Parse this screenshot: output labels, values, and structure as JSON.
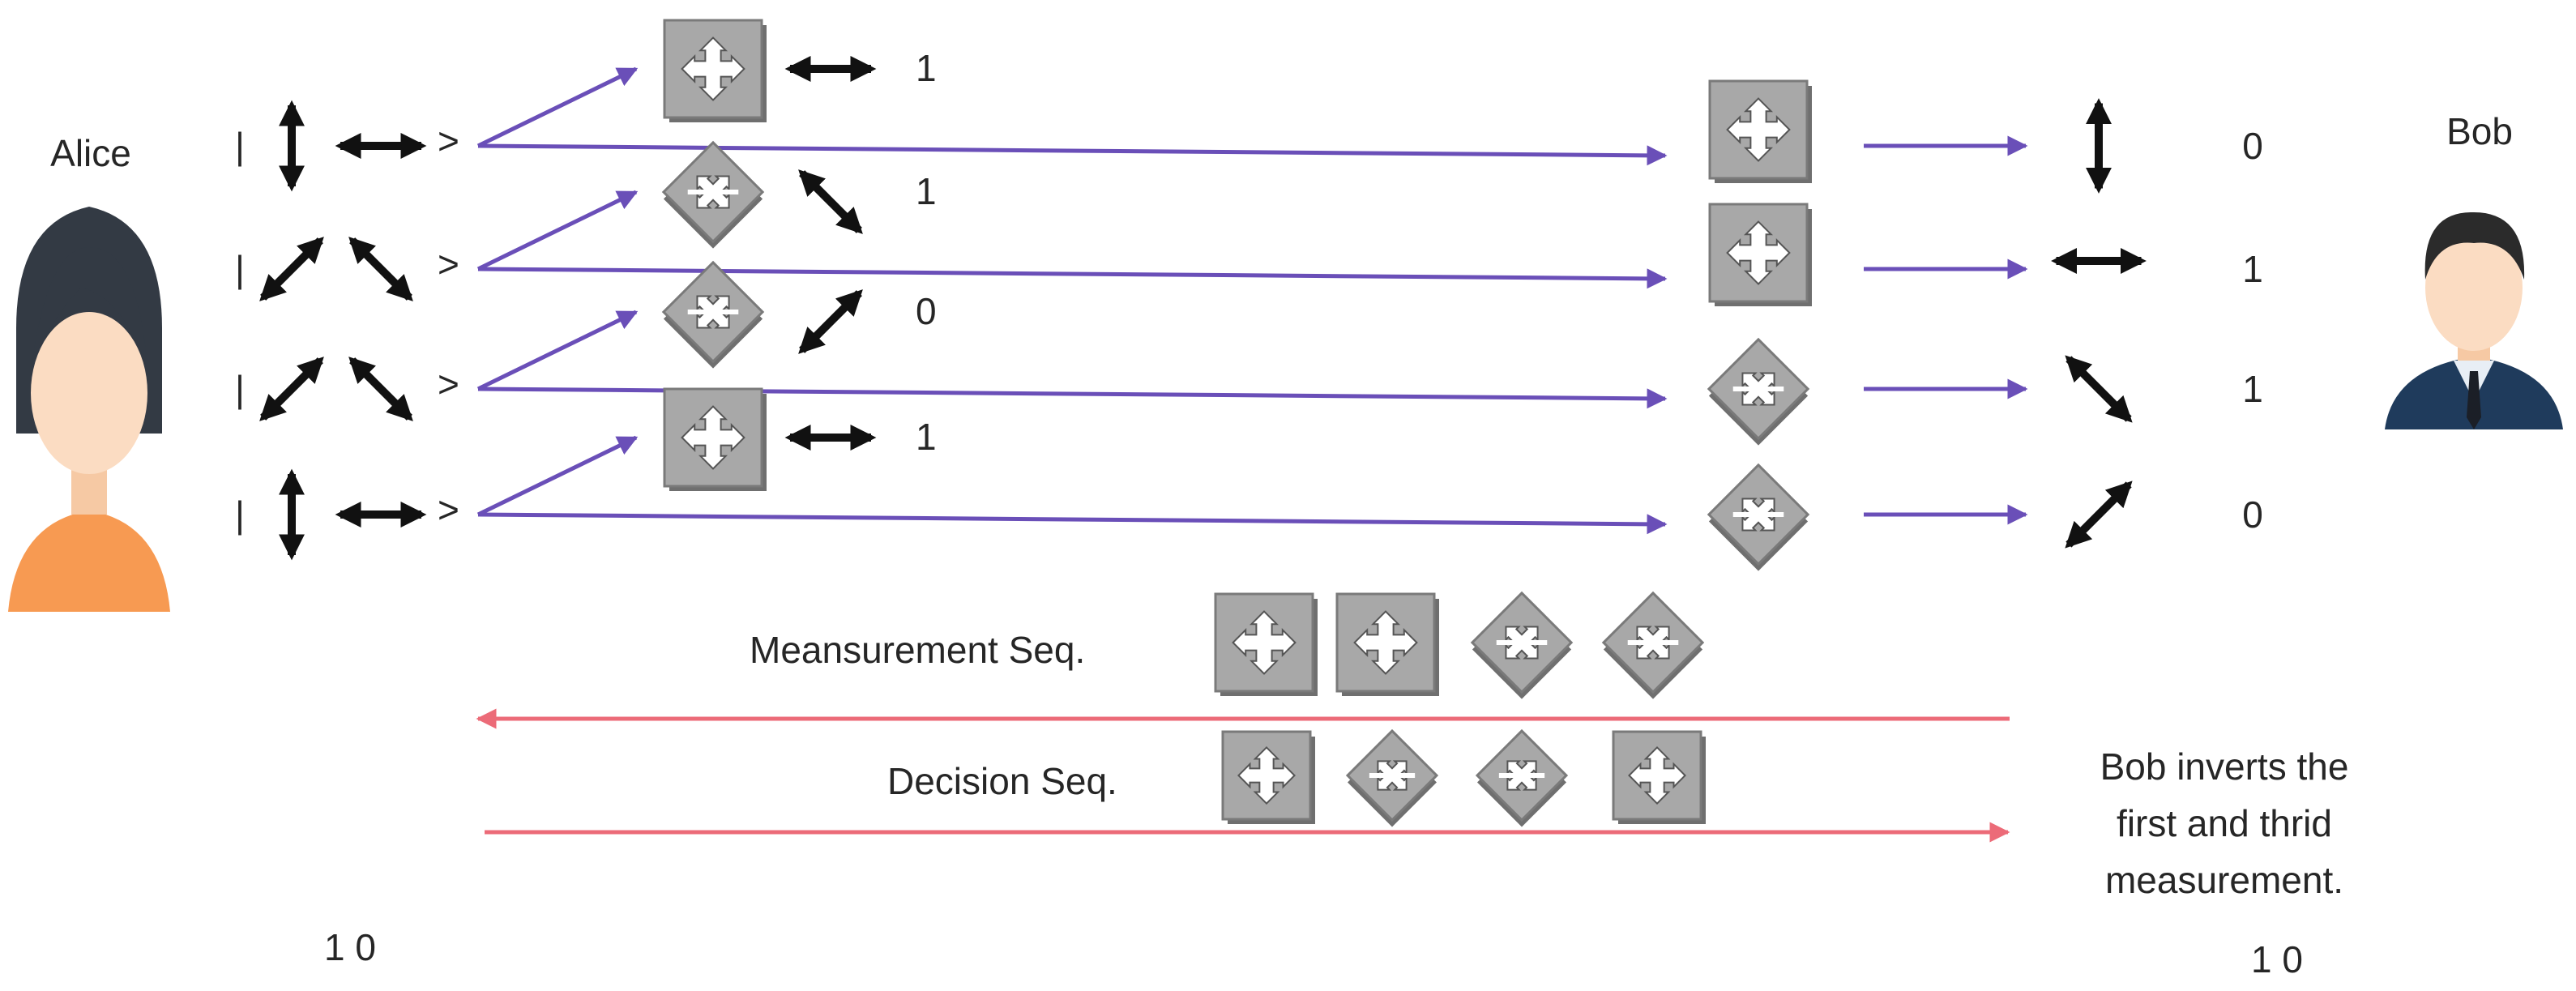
{
  "alice": {
    "name": "Alice"
  },
  "bob": {
    "name": "Bob"
  },
  "rows": [
    {
      "ket_open": "|",
      "ket_close": ">",
      "alice_bases": [
        "vertical",
        "horizontal"
      ],
      "eve_basis": "rectilinear",
      "eve_state": "horizontal",
      "eve_bit": "1",
      "bob_basis": "rectilinear",
      "bob_state": "vertical",
      "bob_bit": "0"
    },
    {
      "ket_open": "|",
      "ket_close": ">",
      "alice_bases": [
        "diag-ne",
        "diag-nw"
      ],
      "eve_basis": "diagonal",
      "eve_state": "diag-nw",
      "eve_bit": "1",
      "bob_basis": "rectilinear",
      "bob_state": "horizontal",
      "bob_bit": "1"
    },
    {
      "ket_open": "|",
      "ket_close": ">",
      "alice_bases": [
        "diag-ne",
        "diag-nw"
      ],
      "eve_basis": "diagonal",
      "eve_state": "diag-ne",
      "eve_bit": "0",
      "bob_basis": "diagonal",
      "bob_state": "diag-nw",
      "bob_bit": "1"
    },
    {
      "ket_open": "|",
      "ket_close": ">",
      "alice_bases": [
        "vertical",
        "horizontal"
      ],
      "eve_basis": "rectilinear",
      "eve_state": "horizontal",
      "eve_bit": "1",
      "bob_basis": "diagonal",
      "bob_state": "diag-ne",
      "bob_bit": "0"
    }
  ],
  "measurement_seq": {
    "label": "Meansurement Seq.",
    "bases": [
      "rectilinear",
      "rectilinear",
      "diagonal",
      "diagonal"
    ]
  },
  "decision_seq": {
    "label": "Decision Seq.",
    "bases": [
      "rectilinear",
      "diagonal",
      "diagonal",
      "rectilinear"
    ]
  },
  "note": {
    "lines": [
      "Bob inverts the",
      "first and thrid",
      "measurement."
    ]
  },
  "footer": {
    "alice_bits": "1 0",
    "bob_bits": "1 0"
  },
  "colors": {
    "quantum_channel": "#6a4fb8",
    "classical_channel": "#ec6b78",
    "arrow": "#111111",
    "filter_face": "#a8a8a8",
    "filter_edge": "#7a7a7a"
  }
}
